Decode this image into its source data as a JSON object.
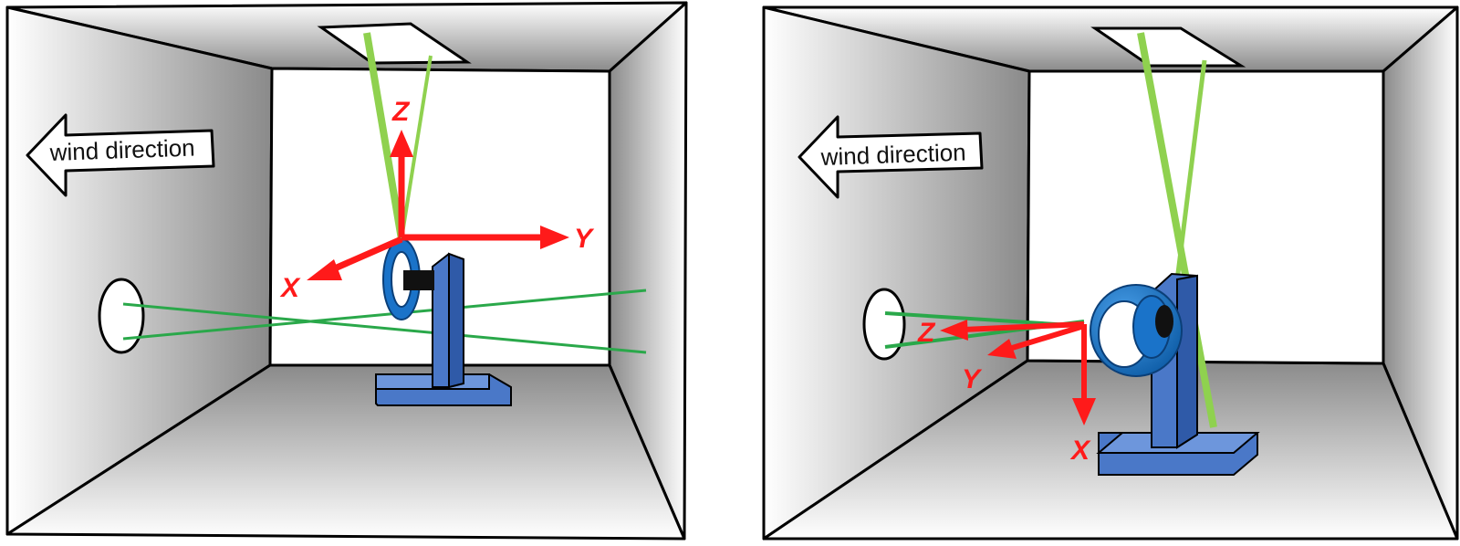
{
  "panels": [
    {
      "wind_label": "wind direction",
      "axes": {
        "x": "X",
        "y": "Y",
        "z": "Z"
      }
    },
    {
      "wind_label": "wind direction",
      "axes": {
        "x": "X",
        "y": "Y",
        "z": "Z"
      }
    }
  ],
  "colors": {
    "sensor_blue": "#1a73c9",
    "mount_blue": "#4a78c8",
    "axis_red": "#ff1a1a",
    "laser_green": "#2aa84a",
    "laser_lightgreen": "#8fd14f"
  }
}
